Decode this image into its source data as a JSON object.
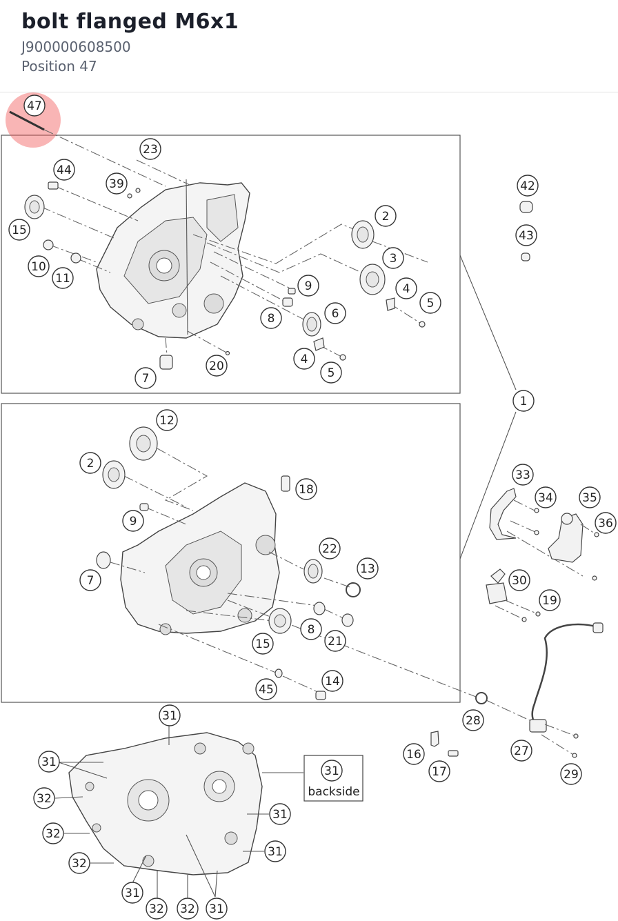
{
  "header": {
    "title": "bolt flanged M6x1",
    "part_number": "J900000608500",
    "position": "Position 47"
  },
  "diagram": {
    "highlight_color": "#f25a5a",
    "highlighted_callout": "47",
    "callouts": {
      "c47": "47",
      "c23": "23",
      "c44": "44",
      "c39": "39",
      "c15a": "15",
      "c10": "10",
      "c11": "11",
      "c2a": "2",
      "c3": "3",
      "c9a": "9",
      "c4a": "4",
      "c5a": "5",
      "c6": "6",
      "c8a": "8",
      "c4b": "4",
      "c5b": "5",
      "c7a": "7",
      "c20": "20",
      "c42": "42",
      "c43": "43",
      "c1": "1",
      "c12": "12",
      "c2b": "2",
      "c18": "18",
      "c9b": "9",
      "c7b": "7",
      "c22": "22",
      "c13": "13",
      "c15b": "15",
      "c8b": "8",
      "c21": "21",
      "c14": "14",
      "c45": "45",
      "c33": "33",
      "c34": "34",
      "c35": "35",
      "c36": "36",
      "c30": "30",
      "c19": "19",
      "c28": "28",
      "c27": "27",
      "c29": "29",
      "c16": "16",
      "c17": "17",
      "c31a": "31",
      "c31b": "31",
      "c31c": "31",
      "c31d": "31",
      "c31e": "31",
      "c31f": "31",
      "c31g": "31",
      "c32a": "32",
      "c32b": "32",
      "c32c": "32",
      "c32d": "32",
      "c32e": "32"
    },
    "backside_box": {
      "number": "31",
      "label": "backside"
    }
  }
}
